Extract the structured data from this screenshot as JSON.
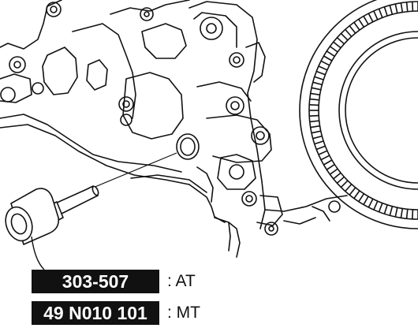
{
  "tool_labels": [
    {
      "part_number": "303-507",
      "suffix": ": AT"
    },
    {
      "part_number": "49 N010 101",
      "suffix": ": MT"
    }
  ],
  "colors": {
    "ink": "#111111",
    "paper": "#ffffff"
  },
  "icons": {
    "engine": "engine-block-line-drawing",
    "tool": "crankshaft-seal-installer-tool",
    "flywheel": "flywheel-ring-gear"
  }
}
